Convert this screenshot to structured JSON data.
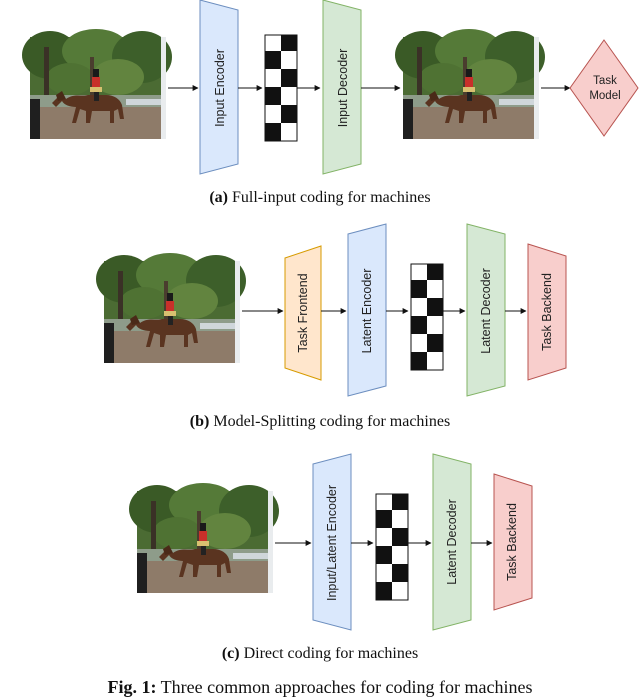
{
  "colors": {
    "encoder_fill": "#dae8fc",
    "encoder_stroke": "#6c8ebf",
    "decoder_fill": "#d5e8d4",
    "decoder_stroke": "#82b366",
    "frontend_fill": "#ffe6cc",
    "frontend_stroke": "#d79b00",
    "backend_fill": "#f8cecc",
    "backend_stroke": "#b85450",
    "task_model_fill": "#f8cecc",
    "task_model_stroke": "#b85450",
    "arrow": "#111111",
    "sky": "#a9b7c2",
    "foliage": "#3f5a2a",
    "ground": "#8b7765"
  },
  "panel_a": {
    "input_encoder": "Input Encoder",
    "input_decoder": "Input Decoder",
    "task_model_line1": "Task",
    "task_model_line2": "Model",
    "caption_tag": "(a)",
    "caption_text": "Full-input coding for machines"
  },
  "panel_b": {
    "task_frontend": "Task Frontend",
    "latent_encoder": "Latent Encoder",
    "latent_decoder": "Latent Decoder",
    "task_backend": "Task Backend",
    "caption_tag": "(b)",
    "caption_text": "Model-Splitting coding for machines"
  },
  "panel_c": {
    "input_latent_encoder": "Input/Latent Encoder",
    "latent_decoder": "Latent Decoder",
    "task_backend": "Task Backend",
    "caption_tag": "(c)",
    "caption_text": "Direct coding for machines"
  },
  "figure": {
    "tag": "Fig. 1:",
    "caption": "Three common approaches for coding for machines"
  }
}
